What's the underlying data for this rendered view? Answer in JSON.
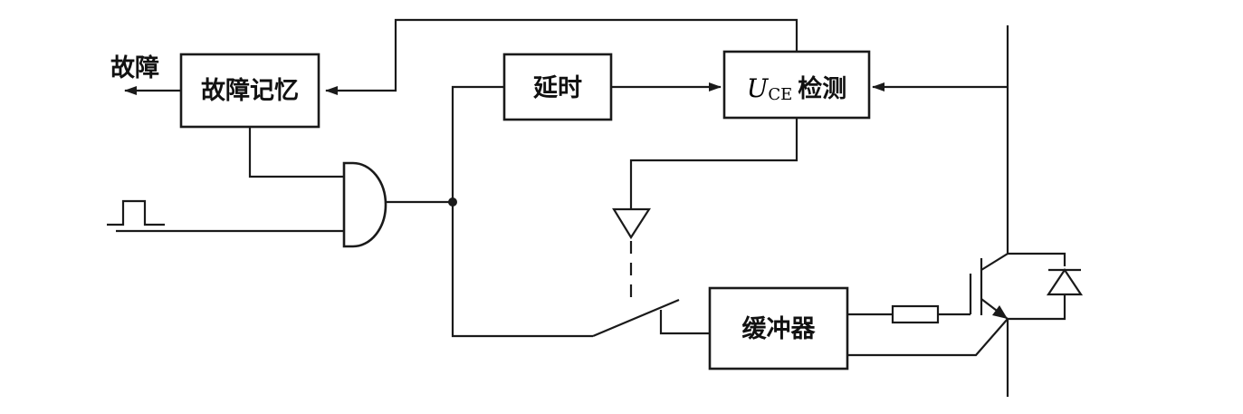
{
  "blocks": {
    "fault_output": "故障",
    "fault_memory": "故障记忆",
    "delay": "延时",
    "uce_symbol": "U",
    "uce_subscript": "CE",
    "uce_detect": "检测",
    "buffer": "缓冲器"
  },
  "colors": {
    "line": "#1a1a1a",
    "background": "#ffffff"
  }
}
